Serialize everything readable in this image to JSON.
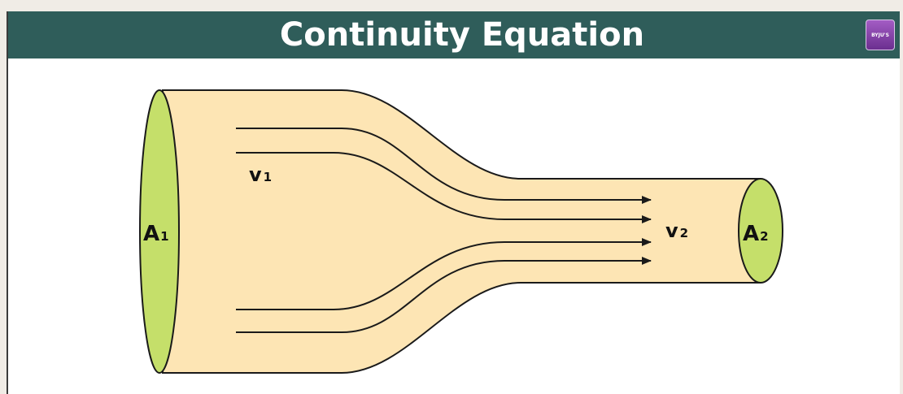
{
  "header": {
    "title": "Continuity Equation",
    "logo_text": "BYJU'S"
  },
  "diagram": {
    "labels": {
      "a1_main": "A",
      "a1_sub": "1",
      "a2_main": "A",
      "a2_sub": "2",
      "v1_main": "v",
      "v1_sub": "1",
      "v2_main": "v",
      "v2_sub": "2"
    },
    "colors": {
      "tube_fill": "#fde5b4",
      "opening_fill": "#c5df6a",
      "outline": "#1a1a1a",
      "header_bg": "#2f5d5a"
    }
  }
}
